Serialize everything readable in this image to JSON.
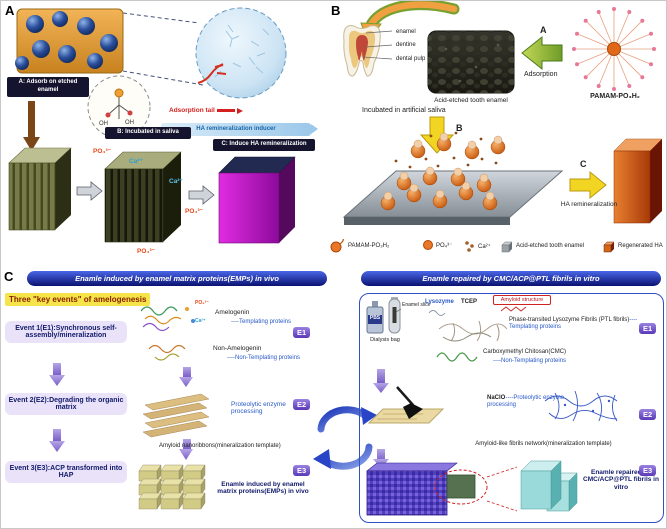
{
  "colors": {
    "accent_blue": "#2a3ad0",
    "magenta_slab": "#b020b0",
    "orange": "#e07820",
    "badge_purple": "#6a48c8",
    "banner_blue": "#0a1270"
  },
  "panelA": {
    "label": "A",
    "step_a": "A: Adsorb on etched enamel",
    "step_b": "B: Incubated in saliva",
    "step_c": "C: Induce HA remineralization",
    "legend_adsorption_tail": "Adsorption tail",
    "legend_ha_inducer": "HA remineralization inducer",
    "inset_oh": "OH",
    "ions": {
      "ca": "Ca²⁺",
      "po4": "PO₄³⁻"
    }
  },
  "panelB": {
    "label": "B",
    "tooth_labels": {
      "enamel": "enamel",
      "dentine": "dentine",
      "dental_pulp": "dental pulp"
    },
    "sem_caption": "Acid-etched tooth enamel",
    "arrow_a": "A",
    "adsorption": "Adsorption",
    "pamam": "PAMAM-PO₃H₂",
    "incubated": "Incubated in artificial saliva",
    "arrow_b": "B",
    "arrow_c": "C",
    "ha_remineralization": "HA remineralization",
    "legend": [
      {
        "label": "PAMAM-PO₃H₂"
      },
      {
        "label": "PO₄³⁻"
      },
      {
        "label": "Ca²⁺"
      },
      {
        "label": "Acid-etched tooth enamel"
      },
      {
        "label": "Regenerated HA"
      }
    ]
  },
  "panelC": {
    "label": "C",
    "left_header": "Enamle induced by enamel matrix proteins(EMPs) in vivo",
    "right_header": "Enamle repaired by CMC/ACP@PTL fibrils in vitro",
    "key_events_title": "Three \"key events\" of amelogenesis",
    "badges": [
      "E1",
      "E2",
      "E3"
    ],
    "events": [
      {
        "title": "Event 1(E1):Synchronous self-assembly/mineralization"
      },
      {
        "title": "Event 2(E2):Degrading the organic matrix"
      },
      {
        "title": "Event 3(E3):ACP transformed into HAP"
      }
    ],
    "left": {
      "po4": "PO₄³⁻",
      "ca": "Ca²⁺",
      "amelogenin": "Amelogenin",
      "templating": "----Templating proteins",
      "non_amelogenin": "Non-Amelogenin",
      "non_templating": "----Non-Templating proteins",
      "proteolytic": "Proteolytic enzyme processing",
      "nanoribbons": "Amyloid nanoribbons(mineralization template)",
      "result": "Enamle induced by enamel matrix proteins(EMPs) in vivo"
    },
    "right": {
      "pbs": "PBS",
      "dialysis_bag": "Dialysis bag",
      "enamel_slice": "Enamel slice",
      "lysozyme": "Lysozyme",
      "tcep": "TCEP",
      "amyloid_structure": "Amyloid structure",
      "ptl": "Phase-transited Lysozyme Fibrils (PTL fibrils)",
      "ptl_templating": "----Templating proteins",
      "cmc": "Carboxymethyl Chitosan(CMC)",
      "cmc_non_templating": "----Non-Templating proteins",
      "naclo": "NaClO",
      "naclo_proteolytic": "----Proteolytic enzyme processing",
      "network": "Amyloid-like fibrils network(mineralization template)",
      "result": "Enamle repaired by CMC/ACP@PTL fibrils in vitro"
    }
  }
}
